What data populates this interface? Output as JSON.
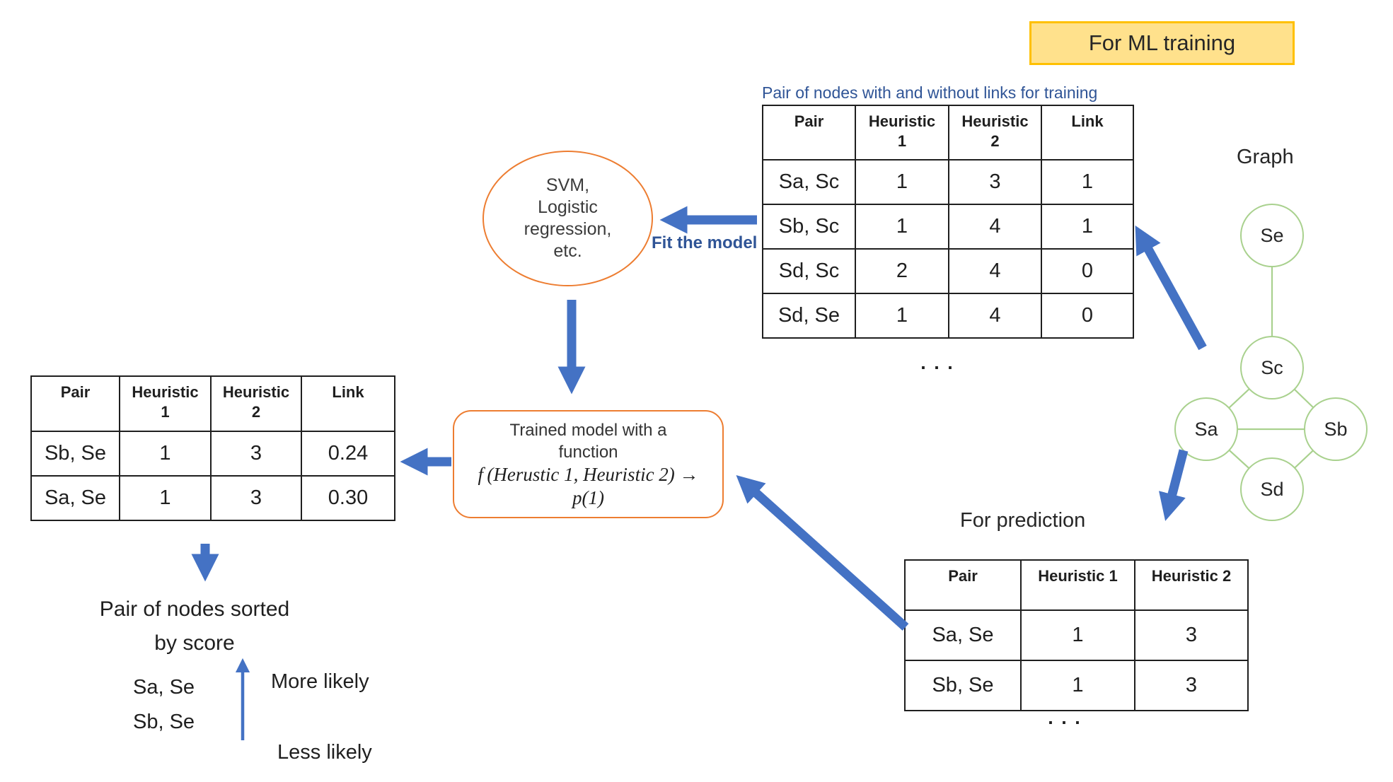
{
  "banner": {
    "label": "For ML training"
  },
  "captions": {
    "training_table_caption": "Pair of nodes with and without links for training",
    "fit_arrow_label": "Fit the model",
    "graph_title": "Graph",
    "prediction_title": "For prediction"
  },
  "training_table": {
    "headers": [
      "Pair",
      "Heuristic\n1",
      "Heuristic\n2",
      "Link"
    ],
    "rows": [
      [
        "Sa, Sc",
        "1",
        "3",
        "1"
      ],
      [
        "Sb, Sc",
        "1",
        "4",
        "1"
      ],
      [
        "Sd, Sc",
        "2",
        "4",
        "0"
      ],
      [
        "Sd, Se",
        "1",
        "4",
        "0"
      ]
    ],
    "ellipsis": ". . ."
  },
  "model_ellipse": {
    "text": "SVM,\nLogistic\nregression,\netc."
  },
  "trained_model_box": {
    "title": "Trained model with a\nfunction",
    "math_line1": "f (Herustic 1, Heuristic 2) →",
    "math_line2": "p(1)"
  },
  "scored_table": {
    "headers": [
      "Pair",
      "Heuristic\n1",
      "Heuristic\n2",
      "Link"
    ],
    "rows": [
      [
        "Sb, Se",
        "1",
        "3",
        "0.24"
      ],
      [
        "Sa, Se",
        "1",
        "3",
        "0.30"
      ]
    ]
  },
  "sorted_block": {
    "title": "Pair of nodes sorted\nby score",
    "pairs": "Sa, Se\nSb, Se",
    "more_label": "More likely",
    "less_label": "Less likely"
  },
  "prediction_table": {
    "headers": [
      "Pair",
      "Heuristic 1",
      "Heuristic 2"
    ],
    "rows": [
      [
        "Sa, Se",
        "1",
        "3"
      ],
      [
        "Sb, Se",
        "1",
        "3"
      ]
    ],
    "ellipsis": ". . ."
  },
  "graph": {
    "nodes": [
      "Se",
      "Sc",
      "Sa",
      "Sb",
      "Sd"
    ],
    "edges": [
      [
        "Se",
        "Sc"
      ],
      [
        "Sc",
        "Sa"
      ],
      [
        "Sc",
        "Sb"
      ],
      [
        "Sa",
        "Sb"
      ],
      [
        "Sa",
        "Sd"
      ],
      [
        "Sd",
        "Sb"
      ]
    ]
  },
  "flows": [
    {
      "from": "graph",
      "to": "training_table"
    },
    {
      "from": "training_table",
      "to": "model_ellipse",
      "label": "Fit the model"
    },
    {
      "from": "model_ellipse",
      "to": "trained_model_box"
    },
    {
      "from": "trained_model_box",
      "to": "scored_table"
    },
    {
      "from": "scored_table",
      "to": "sorted_block"
    },
    {
      "from": "graph",
      "to": "prediction_table"
    },
    {
      "from": "prediction_table",
      "to": "trained_model_box"
    },
    {
      "from": "less_likely",
      "to": "more_likely"
    }
  ],
  "colors": {
    "arrow_blue": "#4472C4",
    "label_blue": "#2F5496",
    "shape_orange": "#ED7D31",
    "graph_green": "#A9D18E",
    "banner_fill": "#FFE18C",
    "banner_border": "#FFC000"
  }
}
